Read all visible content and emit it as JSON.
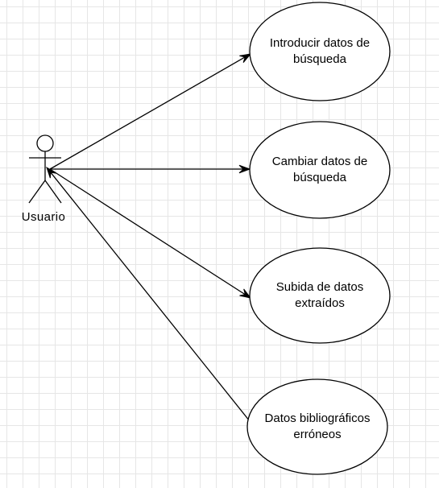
{
  "diagram": {
    "actor": {
      "name": "Usuario"
    },
    "use_cases": [
      {
        "id": "uc1",
        "label": "Introducir datos de\nbúsqueda"
      },
      {
        "id": "uc2",
        "label": "Cambiar datos de\nbúsqueda"
      },
      {
        "id": "uc3",
        "label": "Subida de datos\nextraídos"
      },
      {
        "id": "uc4",
        "label": "Datos bibliográficos\nerróneos"
      }
    ],
    "associations": [
      {
        "from": "actor",
        "to": "uc1",
        "arrow": "to"
      },
      {
        "from": "actor",
        "to": "uc2",
        "arrow": "to"
      },
      {
        "from": "actor",
        "to": "uc3",
        "arrow": "to"
      },
      {
        "from": "uc4",
        "to": "actor",
        "arrow": "to"
      }
    ],
    "colors": {
      "stroke": "#000000",
      "fill": "#ffffff",
      "grid": "#e6e6e6"
    }
  }
}
